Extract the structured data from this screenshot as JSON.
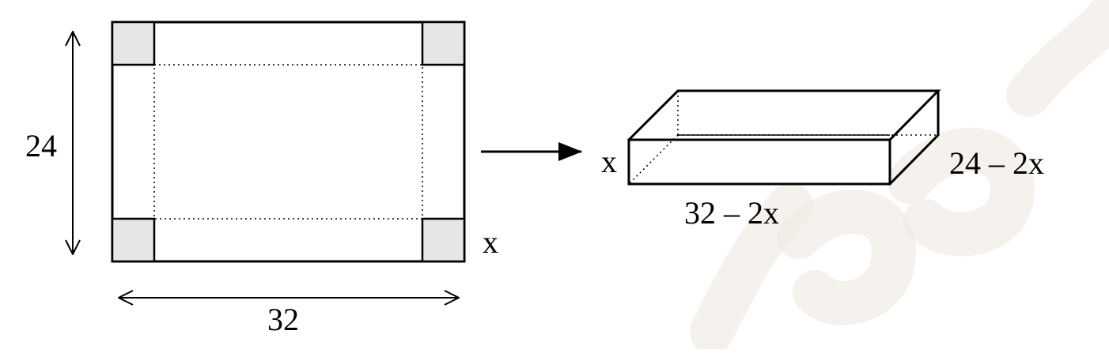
{
  "diagram": {
    "flat_sheet": {
      "height_label": "24",
      "width_label": "32",
      "corner_cut_label": "x"
    },
    "box": {
      "height_label": "x",
      "length_label": "32 – 2x",
      "depth_label": "24 – 2x"
    },
    "colors": {
      "line": "#000000",
      "corner_fill": "#e6e6e6",
      "watermark": "#ece8e0"
    }
  }
}
